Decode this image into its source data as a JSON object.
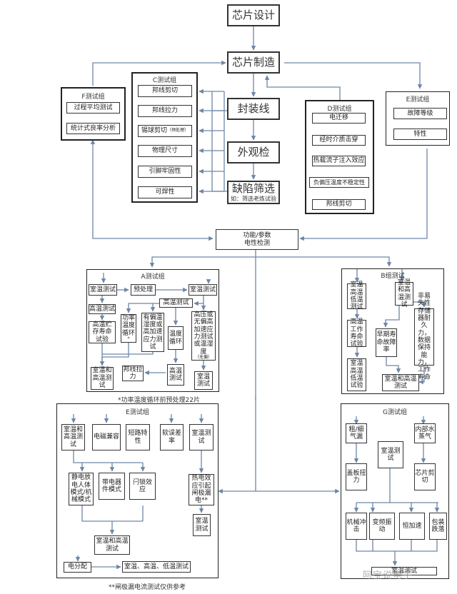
{
  "main_flow": {
    "chip_design": "芯片设计",
    "chip_manufacture": "芯片制造",
    "packaging_line": "封装线",
    "visual_inspection": "外观检",
    "defect_screening": "缺陷筛选",
    "defect_screening_note": "如：筛选老炼试验",
    "functional_test_line1": "功能/参数",
    "functional_test_line2": "电性检测"
  },
  "groups": {
    "F": {
      "title": "F测试组",
      "items": [
        "过程平均测试",
        "统计式良率分析"
      ]
    },
    "C": {
      "title": "C测试组",
      "items": [
        "邦线剪切",
        "邦线拉力",
        "锡球剪切",
        "物理尺寸",
        "引脚牢固性",
        "可焊性"
      ],
      "item3_note": "（预处理）"
    },
    "D": {
      "title": "D测试组",
      "items": [
        "电迁移",
        "经时介质击穿",
        "热载流子注入效应",
        "负偏压温度不稳定性",
        "邦线剪切"
      ]
    },
    "E_top": {
      "title": "E测试组",
      "items": [
        "故障等级",
        "特性"
      ]
    },
    "A": {
      "title": "A测试组",
      "items": {
        "room_temp_1": "室温测试",
        "preprocess": "预处理",
        "room_temp_2": "室温测试",
        "high_temp_1": "高温测试",
        "high_temp_2": "高温测试",
        "htsl": "高温贮存寿命试验",
        "power_temp_cycle": "功率温度循环",
        "power_temp_cycle_mark": "*",
        "humidity_bias": "有偏温湿度或高加速应力测试",
        "temp_cycle": "温度循环",
        "hast": "高压或无偏高加速应力测试或温湿度",
        "hast_note": "（无偏）",
        "room_high_test": "室温和高温测试",
        "wire_pull": "邦线拉力",
        "high_temp_3": "高温测试",
        "room_temp_3": "室温测试"
      },
      "footnote": "*功率温度循环前预处理22片"
    },
    "B": {
      "title": "B组测试",
      "items": {
        "rt_ht_lt": "室温高温低温测试",
        "rt_ht": "室温和高温测试",
        "htol": "高温工作寿命试验",
        "nvm": "非易失性存储器耐久力，数据保持能力，工作寿命",
        "elfr": "早期寿命故障率",
        "rt_ht_lt_2": "室温高温低温试验",
        "rt_ht_2": "室温和高温测试"
      }
    },
    "E": {
      "title": "E测试组",
      "items": {
        "rt_ht": "室温和高温测试",
        "emc": "电磁兼容",
        "short_circuit": "短路特性",
        "soft_error": "软误差率",
        "room_temp": "室温测试",
        "esd_hbm": "静电放电人体模式/机械模式",
        "cdm": "带电器件模式",
        "latchup": "闩锁效应",
        "hot_electron": "热电效应引起闸极漏电**",
        "room_temp_2": "室温测试",
        "rt_ht_2": "室温和高温测试",
        "elec_dist": "电分配",
        "rt_ht_lt": "室温、高温、低温测试"
      },
      "footnote": "**闸极漏电流测试仅供参考"
    },
    "G": {
      "title": "G测试组",
      "items": {
        "leak": "粗/细气漏",
        "moisture": "内部水蒸气",
        "room_temp": "室温测试",
        "lid_torque": "盖板扭力",
        "die_shear": "芯片剪切",
        "mech_shock": "机械冲击",
        "vib": "变频振动",
        "accel": "恒加速",
        "drop": "包装跌落",
        "final": "室温测试"
      }
    }
  },
  "watermark": "阿宝说电子",
  "colors": {
    "connector": "#6d86a8",
    "border": "#333333"
  }
}
